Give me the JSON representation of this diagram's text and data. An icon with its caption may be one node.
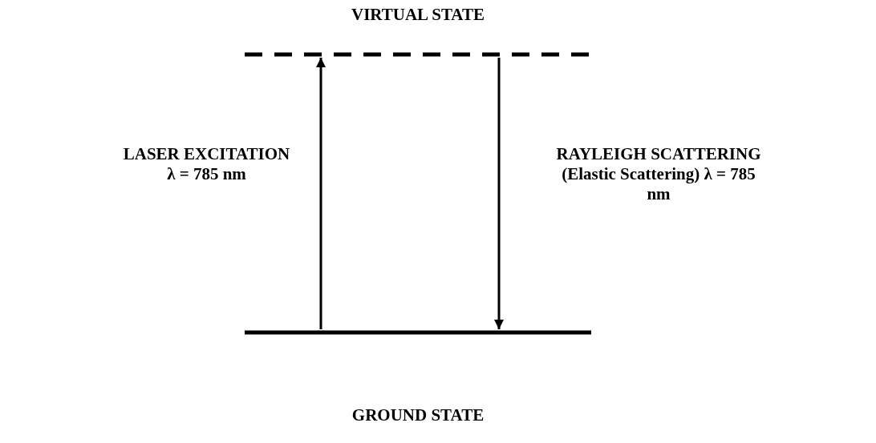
{
  "diagram": {
    "nodes": [
      {
        "text": [
          "VIRTUAL STATE"
        ]
      },
      {
        "text": [
          "GROUND STATE"
        ]
      }
    ],
    "edges": [
      {
        "from": 1,
        "to": 0,
        "arrow": "to",
        "label": "LASER EXCITATION λ = 785 nm"
      },
      {
        "from": 0,
        "to": 1,
        "arrow": "to",
        "label": "RAYLEIGH SCATTERING (Elastic Scattering) λ = 785 nm"
      }
    ]
  }
}
